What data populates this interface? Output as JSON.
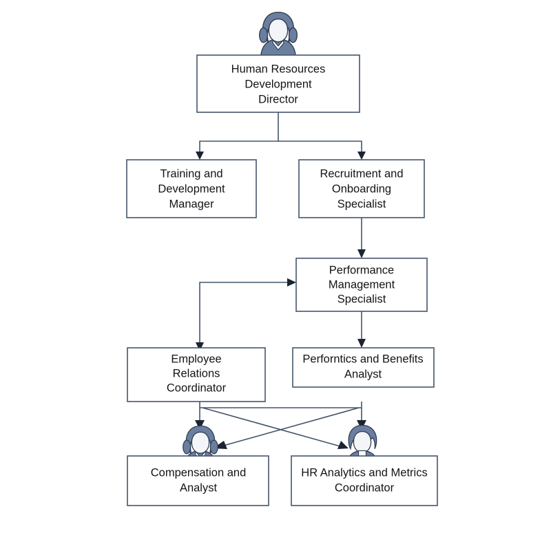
{
  "diagram": {
    "type": "org-chart",
    "title": "Human Resources Development Organizational Chart",
    "colors": {
      "box_border": "#44546a",
      "box_fill": "#ffffff",
      "connector": "#44546a",
      "arrow_head": "#1b2433",
      "avatar_fill": "#6a7fa0",
      "avatar_outline": "#2e3b4e",
      "text": "#141414",
      "background": "#ffffff"
    },
    "nodes": [
      {
        "id": "hr-director",
        "lines": [
          "Human Resources",
          "Development",
          "Director"
        ],
        "level": 1,
        "avatar": "female-avatar"
      },
      {
        "id": "training-development-manager",
        "lines": [
          "Training and",
          "Development",
          "Manager"
        ],
        "level": 2,
        "avatar": null
      },
      {
        "id": "recruitment-onboarding-specialist",
        "lines": [
          "Recruitment and",
          "Onboarding",
          "Specialist"
        ],
        "level": 2,
        "avatar": null
      },
      {
        "id": "performance-management-specialist",
        "lines": [
          "Performance",
          "Management",
          "Specialist"
        ],
        "level": 3,
        "avatar": null
      },
      {
        "id": "employee-relations-coordinator",
        "lines": [
          "Employee",
          "Relations",
          "Coordinator"
        ],
        "level": 4,
        "avatar": null
      },
      {
        "id": "perforntics-benefits-analyst",
        "lines": [
          "Perforntics and Benefits",
          "Analyst"
        ],
        "level": 4,
        "avatar": null
      },
      {
        "id": "compensation-analyst",
        "lines": [
          "Compensation and",
          "Analyst"
        ],
        "level": 5,
        "avatar": "female-avatar"
      },
      {
        "id": "hr-analytics-metrics-coordinator",
        "lines": [
          "HR Analytics and Metrics",
          "Coordinator"
        ],
        "level": 5,
        "avatar": "male-avatar"
      }
    ],
    "edges": [
      {
        "from": "hr-director",
        "to": "training-development-manager",
        "style": "elbow-down"
      },
      {
        "from": "hr-director",
        "to": "recruitment-onboarding-specialist",
        "style": "elbow-down"
      },
      {
        "from": "recruitment-onboarding-specialist",
        "to": "performance-management-specialist",
        "style": "straight-down"
      },
      {
        "from": "performance-management-specialist",
        "to": "employee-relations-coordinator",
        "style": "elbow-left-down"
      },
      {
        "from": "performance-management-specialist",
        "to": "perforntics-benefits-analyst",
        "style": "straight-down"
      },
      {
        "from": "employee-relations-coordinator",
        "to": "compensation-analyst",
        "style": "straight-down"
      },
      {
        "from": "employee-relations-coordinator",
        "to": "hr-analytics-metrics-coordinator",
        "style": "diagonal-cross"
      },
      {
        "from": "perforntics-benefits-analyst",
        "to": "hr-analytics-metrics-coordinator",
        "style": "straight-down"
      },
      {
        "from": "perforntics-benefits-analyst",
        "to": "compensation-analyst",
        "style": "diagonal-cross"
      }
    ]
  }
}
